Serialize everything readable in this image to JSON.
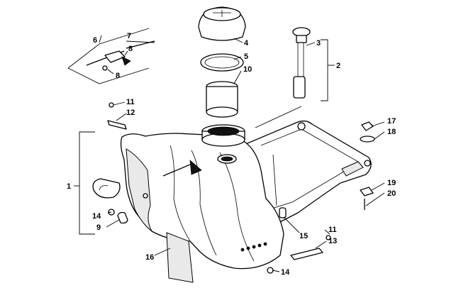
{
  "callouts": {
    "c1": "1",
    "c2": "2",
    "c3": "3",
    "c4": "4",
    "c5": "5",
    "c6": "6",
    "c7": "7",
    "c8a": "8",
    "c8b": "8",
    "c9": "9",
    "c10": "10",
    "c11a": "11",
    "c11b": "11",
    "c12": "12",
    "c13": "13",
    "c14a": "14",
    "c14b": "14",
    "c15": "15",
    "c16": "16",
    "c17": "17",
    "c18": "18",
    "c19": "19",
    "c20": "20"
  }
}
